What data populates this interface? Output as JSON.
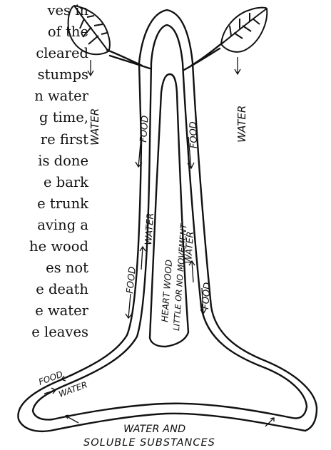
{
  "text_lines": [
    "ves in",
    "of the",
    "cleared",
    "stumps",
    "n water",
    "g time,",
    "re first",
    "is done",
    "e bark",
    "e trunk",
    "aving a",
    "he wood",
    "es not",
    "e death",
    "e water",
    "e leaves"
  ],
  "diagram": {
    "labels": {
      "water_left": "WATER",
      "water_right": "WATER",
      "food_upper_left": "FOOD",
      "food_upper_right": "FOOD",
      "water_mid_left": "WATER",
      "water_mid_right": "WATER",
      "food_lower_left": "FOOD",
      "food_lower_right": "FOOD",
      "heart_wood_line1": "HEART WOOD",
      "heart_wood_line2": "LITTLE OR NO MOVEMENT",
      "root_food": "FOOD",
      "root_water": "WATER",
      "bottom_line1": "WATER AND",
      "bottom_line2": "SOLUBLE SUBSTANCES"
    }
  }
}
